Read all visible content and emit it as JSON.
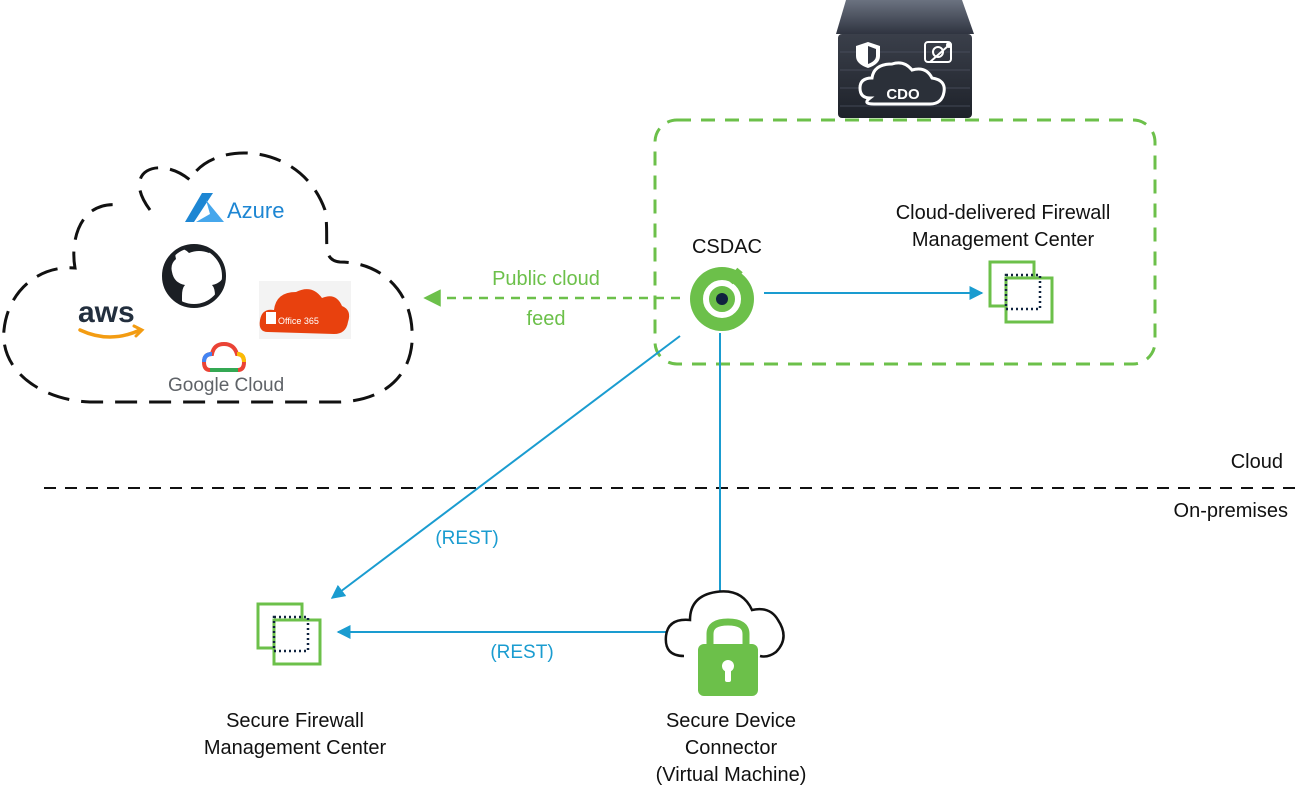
{
  "cdo": {
    "badge": "CDO"
  },
  "cloud_providers": {
    "azure": "Azure",
    "aws": "aws",
    "office365": "Office 365",
    "google_cloud": "Google Cloud"
  },
  "csdac": {
    "label": "CSDAC"
  },
  "public_feed": {
    "line1": "Public cloud",
    "line2": "feed"
  },
  "cdfmc": {
    "line1": "Cloud-delivered Firewall",
    "line2": "Management Center"
  },
  "zones": {
    "cloud": "Cloud",
    "on_premises": "On-premises"
  },
  "connections": {
    "rest_csdac_fmc": "(REST)",
    "rest_sdc_fmc": "(REST)"
  },
  "fmc": {
    "line1": "Secure Firewall",
    "line2": "Management Center"
  },
  "sdc": {
    "line1": "Secure Device",
    "line2": "Connector",
    "line3": "(Virtual Machine)"
  },
  "colors": {
    "accent_green": "#6cc04a",
    "connector_blue": "#1a9cd0",
    "outline_black": "#111111"
  }
}
